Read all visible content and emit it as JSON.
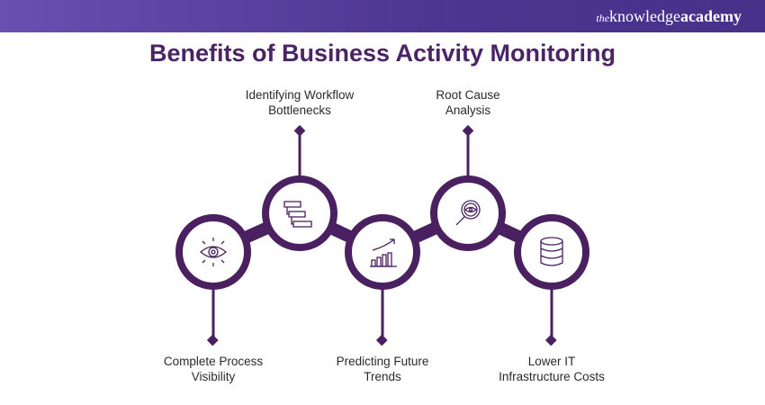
{
  "brand": {
    "prefix": "the",
    "name1": "knowledge",
    "name2": "academy"
  },
  "title": "Benefits of Business Activity Monitoring",
  "items": [
    {
      "label_l1": "Complete Process",
      "label_l2": "Visibility",
      "icon": "eye-icon"
    },
    {
      "label_l1": "Identifying Workflow",
      "label_l2": "Bottlenecks",
      "icon": "workflow-icon"
    },
    {
      "label_l1": "Predicting Future",
      "label_l2": "Trends",
      "icon": "growth-chart-icon"
    },
    {
      "label_l1": "Root Cause",
      "label_l2": "Analysis",
      "icon": "magnifier-eye-icon"
    },
    {
      "label_l1": "Lower IT",
      "label_l2": "Infrastructure Costs",
      "icon": "database-icon"
    }
  ],
  "colors": {
    "accent": "#4a2060",
    "banner": "#4b3590"
  }
}
